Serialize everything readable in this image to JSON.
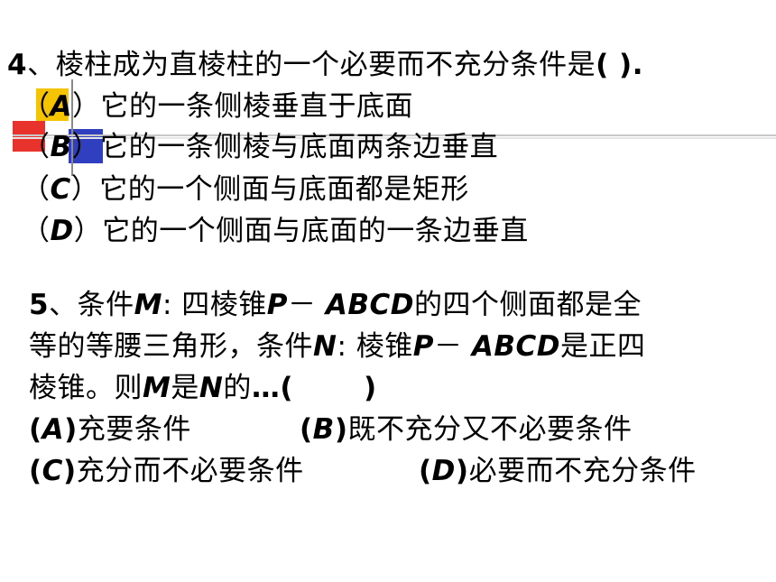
{
  "q4": {
    "number": "4",
    "stem": "、棱柱成为直棱柱的一个必要而不充分条件是",
    "bracket": "( ).",
    "options": [
      {
        "letter": "A",
        "text": "它的一条侧棱垂直于底面"
      },
      {
        "letter": "B",
        "text": "它的一条侧棱与底面两条边垂直"
      },
      {
        "letter": "C",
        "text": "它的一个侧面与底面都是矩形"
      },
      {
        "letter": "D",
        "text": "它的一个侧面与底面的一条边垂直"
      }
    ]
  },
  "q5": {
    "number": "5",
    "l1_a": "、条件",
    "M": "M",
    "colon1": ":",
    "l1_b": "四棱锥",
    "P": "P",
    "dash": "－",
    "ABCD": "ABCD",
    "l1_c": "的四个侧面都是全",
    "l2_a": "等的等腰三角形，条件",
    "N": "N",
    "colon2": ":",
    "l2_b": "棱锥",
    "l2_c": "是正四",
    "l3_a": "棱锥。则",
    "l3_b": "是",
    "l3_c": "的",
    "l3_dots": "…(",
    "l3_close": ")",
    "options": [
      {
        "letter": "A",
        "text": "充要条件"
      },
      {
        "letter": "B",
        "text": "既不充分又不必要条件"
      },
      {
        "letter": "C",
        "text": "充分而不必要条件"
      },
      {
        "letter": "D",
        "text": "必要而不充分条件"
      }
    ]
  },
  "colors": {
    "deco_yellow": "#f5c400",
    "deco_red": "#e8322c",
    "deco_blue": "#2f3fbf",
    "deco_line": "#8a8a8a"
  }
}
